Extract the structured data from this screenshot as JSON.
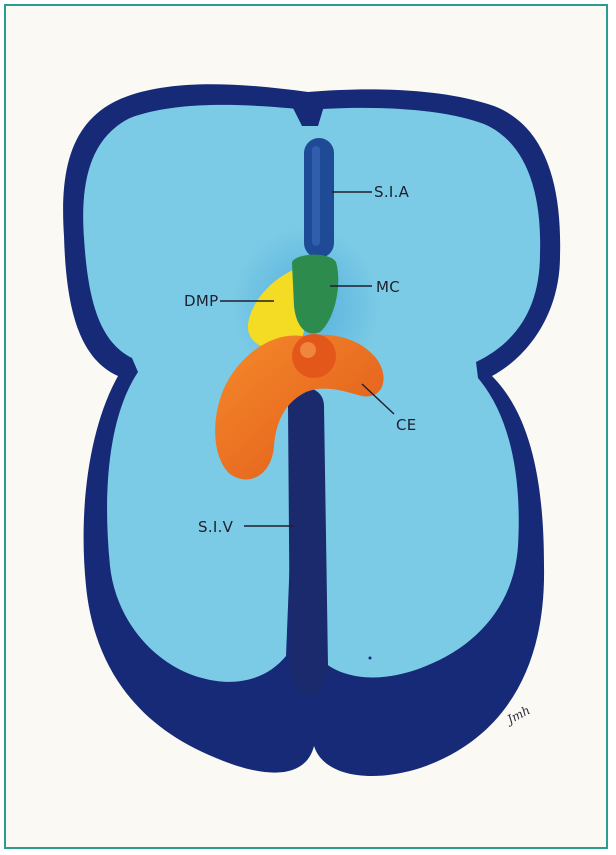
{
  "labels": {
    "sia": "S.I.A",
    "mc": "MC",
    "dmp": "DMP",
    "ce": "CE",
    "siv": "S.I.V"
  },
  "signature": "Jmh",
  "colors": {
    "frame": "#2a9d8f",
    "outline": "#162a78",
    "fill": "#7ccbe6",
    "sia": "#1e4a96",
    "mc": "#2e8b4e",
    "dmp": "#f3dc23",
    "ce": "#f0741e",
    "siv": "#1a2a6c"
  }
}
